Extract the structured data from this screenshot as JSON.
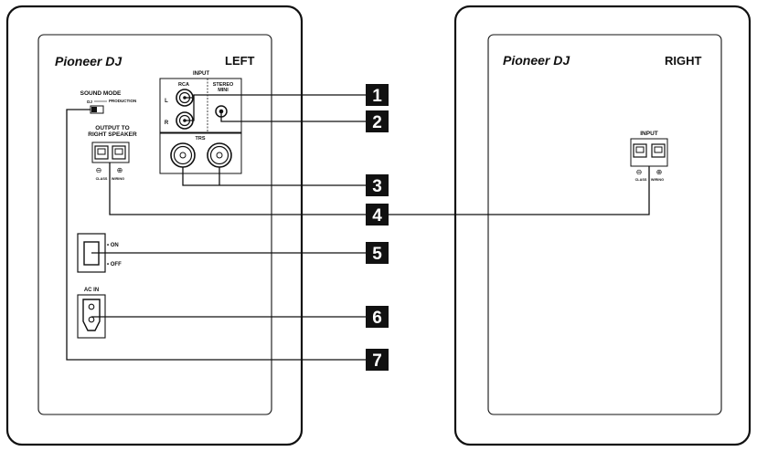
{
  "left_panel": {
    "brand": "Pioneer DJ",
    "side_label": "LEFT",
    "input_label": "INPUT",
    "rca_label": "RCA",
    "stereo_mini_line1": "STEREO",
    "stereo_mini_line2": "MINI",
    "rca_left_label": "L",
    "rca_right_label": "R",
    "trs_label": "TRS",
    "sound_mode_label": "SOUND MODE",
    "sound_mode_dj": "DJ",
    "sound_mode_production": "PRODUCTION",
    "output_line1": "OUTPUT TO",
    "output_line2": "RIGHT SPEAKER",
    "class_label": "CLASS",
    "wiring_label": "WIRING",
    "minus_sign": "⊖",
    "plus_sign": "⊕",
    "power_on": "• ON",
    "power_off": "• OFF",
    "ac_in_label": "AC IN"
  },
  "right_panel": {
    "brand": "Pioneer DJ",
    "side_label": "RIGHT",
    "input_label": "INPUT",
    "class_label": "CLASS",
    "wiring_label": "WIRING",
    "minus_sign": "⊖",
    "plus_sign": "⊕"
  },
  "callouts": [
    "1",
    "2",
    "3",
    "4",
    "5",
    "6",
    "7"
  ],
  "colors": {
    "line": "#111111",
    "callout_bg": "#111111",
    "callout_text": "#ffffff"
  }
}
